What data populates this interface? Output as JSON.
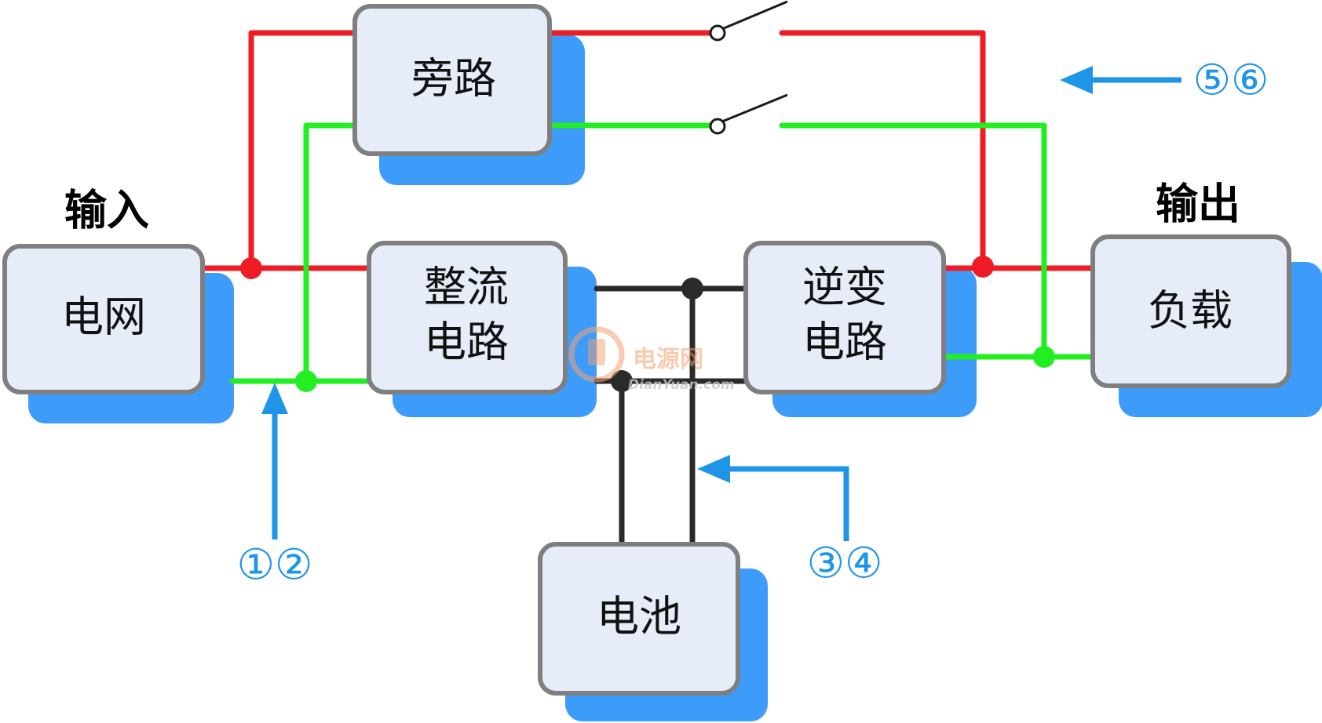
{
  "labels": {
    "input": "输入",
    "output": "输出"
  },
  "blocks": {
    "grid": {
      "line1": "电网"
    },
    "bypass": {
      "line1": "旁路"
    },
    "rectifier": {
      "line1": "整流",
      "line2": "电路"
    },
    "inverter": {
      "line1": "逆变",
      "line2": "电路"
    },
    "load": {
      "line1": "负载"
    },
    "battery": {
      "line1": "电池"
    }
  },
  "steps": {
    "s12": "①②",
    "s34": "③④",
    "s56": "⑤⑥"
  },
  "watermark": {
    "name": "电源网",
    "domain": "DianYuan.com"
  },
  "colors": {
    "phase_line": "#ee1c24",
    "neutral_line": "#22ee22",
    "dc_bus": "#2a2a2a",
    "flow_arrow": "#1f95e8",
    "box_fill": "#e6ecf8",
    "box_shadow": "#3d9cfa"
  }
}
